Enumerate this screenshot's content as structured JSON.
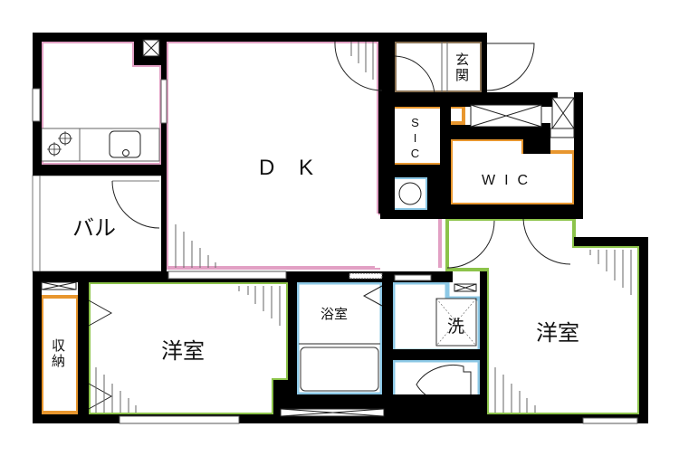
{
  "floor_plan": {
    "colors": {
      "wall": "#000000",
      "dk": "#e2a0c4",
      "storage": "#e8962e",
      "wet": "#8cc8e6",
      "bedroom": "#8cc34a",
      "entrance": "#8b7355",
      "background": "#ffffff"
    },
    "rooms": {
      "dk": {
        "label": "D K"
      },
      "balcony": {
        "label": "バル"
      },
      "bedroom_left": {
        "label": "洋室"
      },
      "bedroom_right": {
        "label": "洋室"
      },
      "storage_left": {
        "label": "収納"
      },
      "bathroom": {
        "label": "浴室"
      },
      "washer": {
        "label": "洗"
      },
      "entrance": {
        "label": "玄関"
      },
      "sic": {
        "label": "SIC"
      },
      "wic": {
        "label": "WIC"
      }
    },
    "icons": [
      "stove-icon",
      "sink-icon",
      "toilet-icon",
      "washer-pan-icon",
      "ventilation-icon",
      "drain-icon",
      "door-swing-icon",
      "window-icon"
    ]
  }
}
